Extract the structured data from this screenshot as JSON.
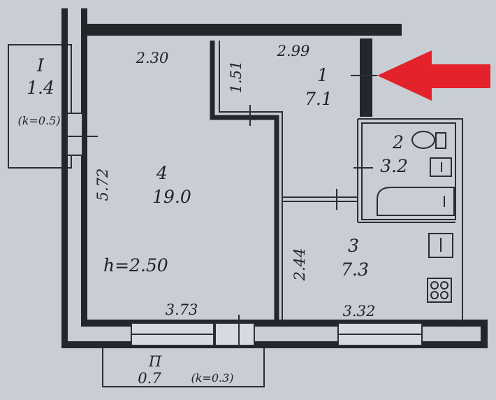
{
  "rooms": [
    {
      "number": "1",
      "area": "7.1"
    },
    {
      "number": "2",
      "area": "3.2"
    },
    {
      "number": "3",
      "area": "7.3"
    },
    {
      "number": "4",
      "area": "19.0"
    }
  ],
  "balcony": {
    "number": "I",
    "area": "1.4",
    "coefficient": "(k=0.5)"
  },
  "loggia": {
    "number": "П",
    "area": "0.7",
    "coefficient": "(k=0.3)"
  },
  "dimensions": {
    "top_left": "2.30",
    "top_right": "2.99",
    "corridor_wall": "1.51",
    "left_height": "5.72",
    "kitchen_wall": "2.44",
    "bottom_left": "3.73",
    "bottom_right": "3.32"
  },
  "ceiling_height": "h=2.50",
  "colors": {
    "paper": "#c9cdd4",
    "ink": "#23262b",
    "arrow": "#e3222b"
  }
}
